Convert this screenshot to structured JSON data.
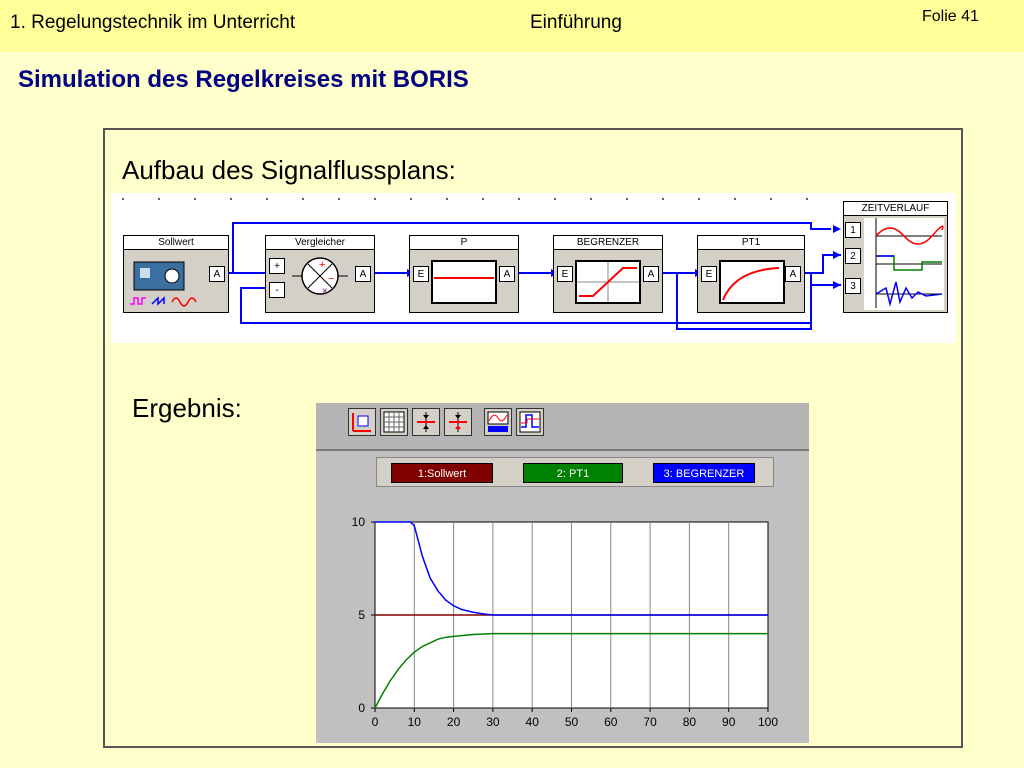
{
  "header": {
    "chapter": "1. Regelungstechnik im Unterricht",
    "section": "Einführung",
    "slide_number": "Folie 41"
  },
  "title": "Simulation des Regelkreises mit BORIS",
  "diagram_section": {
    "heading": "Aufbau des Signalflussplans:",
    "blocks": [
      {
        "id": "sollwert",
        "label": "Sollwert",
        "outputs": [
          "A"
        ]
      },
      {
        "id": "vergleicher",
        "label": "Vergleicher",
        "inputs": [
          "+",
          "-"
        ],
        "outputs": [
          "A"
        ]
      },
      {
        "id": "p",
        "label": "P",
        "inputs": [
          "E"
        ],
        "outputs": [
          "A"
        ]
      },
      {
        "id": "begrenzer",
        "label": "BEGRENZER",
        "inputs": [
          "E"
        ],
        "outputs": [
          "A"
        ]
      },
      {
        "id": "pt1",
        "label": "PT1",
        "inputs": [
          "E"
        ],
        "outputs": [
          "A"
        ]
      },
      {
        "id": "zeitverlauf",
        "label": "ZEITVERLAUF",
        "inputs": [
          "1",
          "2",
          "3"
        ]
      }
    ],
    "colors": {
      "wire": "#0000ff",
      "trace_red": "#ff0000",
      "trace_green": "#008000",
      "trace_blue": "#0000ff"
    }
  },
  "result_section": {
    "heading": "Ergebnis:",
    "icons": [
      "axis-scale-icon",
      "grid-icon",
      "cursor-1-icon",
      "cursor-2-icon",
      "wave-view-icon",
      "step-view-icon"
    ]
  },
  "chart_data": {
    "type": "line",
    "legend": [
      {
        "label": "1:Sollwert",
        "color": "#800000"
      },
      {
        "label": "2: PT1",
        "color": "#008000"
      },
      {
        "label": "3: BEGRENZER",
        "color": "#0000ff"
      }
    ],
    "xlim": [
      0,
      100
    ],
    "ylim": [
      0,
      10
    ],
    "xticks": [
      "0",
      "10",
      "20",
      "30",
      "40",
      "50",
      "60",
      "70",
      "80",
      "90",
      "100"
    ],
    "yticks": [
      "0",
      "5",
      "10"
    ],
    "grid": true,
    "series": [
      {
        "name": "1:Sollwert",
        "color": "#800000",
        "x": [
          0,
          100
        ],
        "y": [
          5,
          5
        ]
      },
      {
        "name": "2: PT1",
        "color": "#008000",
        "x": [
          0,
          2,
          4,
          6,
          8,
          10,
          12,
          14,
          16,
          18,
          20,
          25,
          30,
          40,
          100
        ],
        "y": [
          0,
          0.8,
          1.5,
          2.1,
          2.6,
          3.0,
          3.3,
          3.5,
          3.7,
          3.8,
          3.85,
          3.95,
          4.0,
          4.0,
          4.0
        ]
      },
      {
        "name": "3: BEGRENZER",
        "color": "#0000ff",
        "x": [
          0,
          9,
          10,
          11,
          12,
          14,
          16,
          18,
          20,
          22,
          25,
          28,
          30,
          40,
          100
        ],
        "y": [
          10,
          10,
          9.8,
          9.0,
          8.2,
          7.0,
          6.3,
          5.8,
          5.5,
          5.3,
          5.15,
          5.05,
          5.0,
          5.0,
          5.0
        ]
      }
    ]
  }
}
